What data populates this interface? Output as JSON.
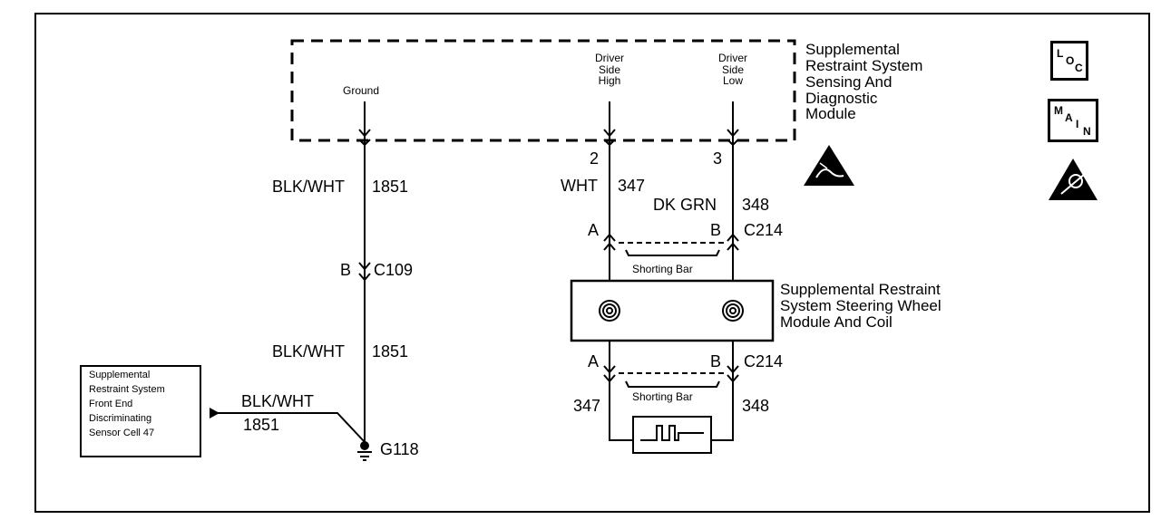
{
  "module": {
    "title_lines": [
      "Supplemental",
      "Restraint System",
      "Sensing And",
      "Diagnostic",
      "Module"
    ],
    "pins": {
      "ground": "Ground",
      "driver_high": [
        "Driver",
        "Side",
        "High"
      ],
      "driver_low": [
        "Driver",
        "Side",
        "Low"
      ]
    }
  },
  "circuits": {
    "left_wire_top": "BLK/WHT",
    "left_circuit_top": "1851",
    "connector_c109_pin": "B",
    "connector_c109": "C109",
    "left_wire_bottom": "BLK/WHT",
    "left_circuit_bottom": "1851",
    "ground_id": "G118",
    "pin_2": "2",
    "pin_3": "3",
    "wht": "WHT",
    "circuit_347": "347",
    "dk_grn": "DK GRN",
    "circuit_348": "348",
    "conn_upper_a": "A",
    "conn_upper_b": "B",
    "conn_upper_id": "C214",
    "conn_lower_a": "A",
    "conn_lower_b": "B",
    "conn_lower_id": "C214",
    "shorting_bar_upper": "Shorting Bar",
    "shorting_bar_lower": "Shorting Bar",
    "lower_347": "347",
    "lower_348": "348"
  },
  "steering": {
    "title_lines": [
      "Supplemental Restraint",
      "System Steering Wheel",
      "Module And Coil"
    ]
  },
  "sensor": {
    "lines": [
      "Supplemental",
      "Restraint System",
      "Front End",
      "Discriminating",
      "Sensor Cell 47"
    ],
    "wire_color": "BLK/WHT",
    "wire_circuit": "1851"
  },
  "icons": {
    "loc": {
      "a": "L",
      "b": "O",
      "c": "C"
    },
    "main": {
      "a": "M",
      "b": "A",
      "c": "I",
      "d": "N"
    },
    "esd_icon": "esd-warning-icon",
    "airbag_icon": "airbag-warning-icon"
  }
}
